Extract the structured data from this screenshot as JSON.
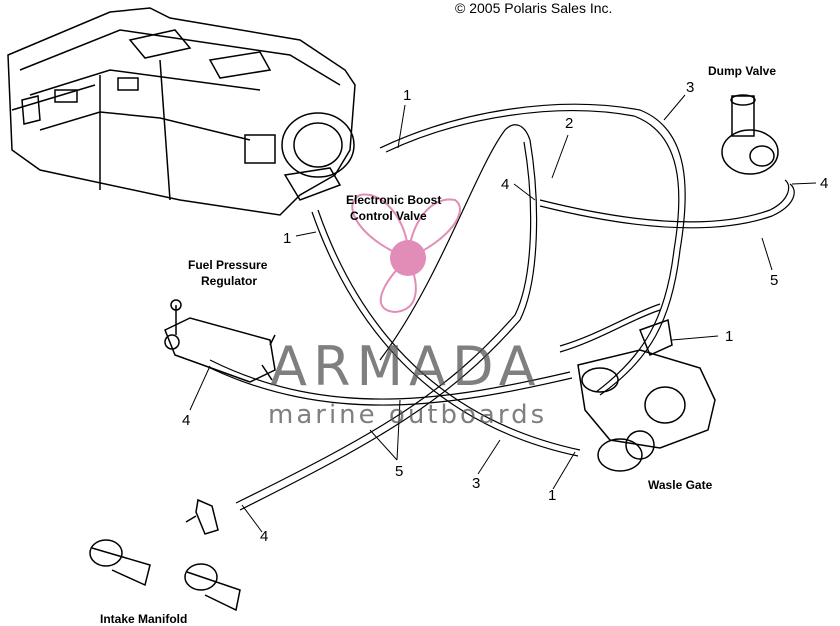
{
  "copyright": "© 2005 Polaris Sales Inc.",
  "watermark": {
    "title": "ARMADA",
    "subtitle": "marine outboards",
    "color": "#e28db7"
  },
  "component_labels": {
    "dump_valve": "Dump Valve",
    "electronic_boost_line1": "Electronic Boost",
    "electronic_boost_line2": "Control Valve",
    "fuel_pressure_line1": "Fuel Pressure",
    "fuel_pressure_line2": "Regulator",
    "waste_gate": "Wasle Gate",
    "intake_manifold": "Intake Manifold"
  },
  "callouts": {
    "c1_top": "1",
    "c2": "2",
    "c3_top": "3",
    "c4_center": "4",
    "c4_right": "4",
    "c5_right": "5",
    "c1_left": "1",
    "c1_turbo": "1",
    "c4_left": "4",
    "c5_bottom": "5",
    "c3_bottom": "3",
    "c1_bottom": "1",
    "c4_bottom": "4"
  }
}
